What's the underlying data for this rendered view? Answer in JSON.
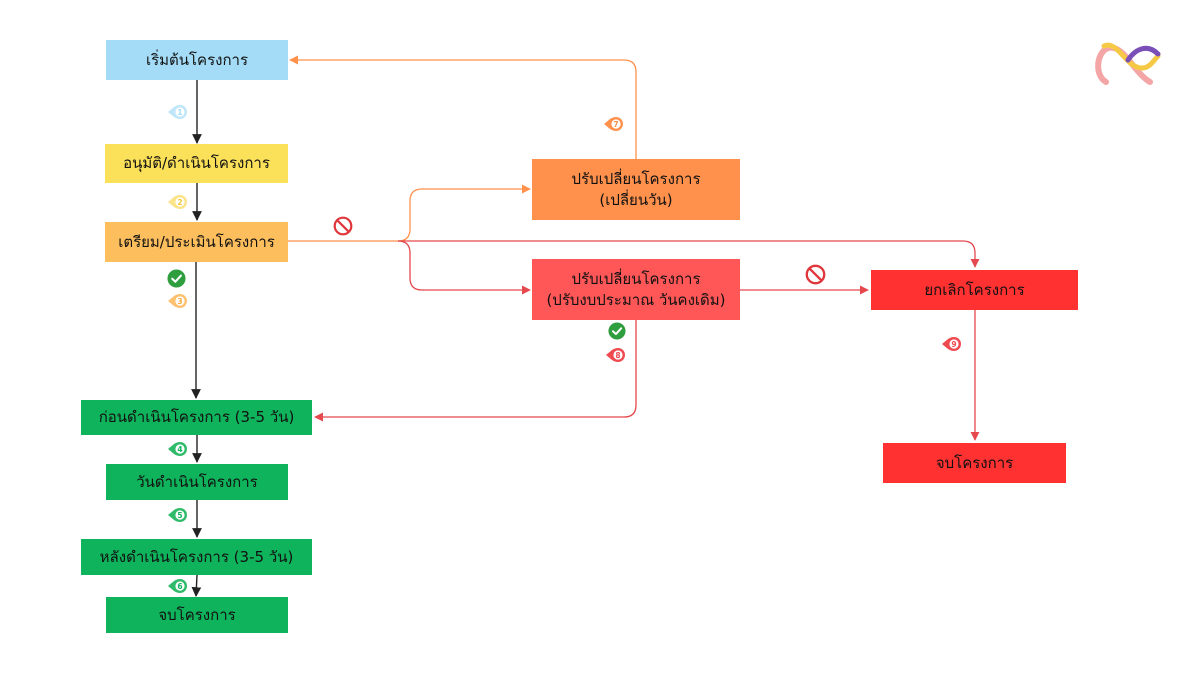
{
  "colors": {
    "start": "#a4dcf7",
    "approve": "#fbe05a",
    "prepare": "#fdbe5d",
    "green": "#0fb35b",
    "orange": "#ff914d",
    "red_light": "#ff5757",
    "red": "#ff3131",
    "line_dark": "#222222",
    "line_orange": "#ff914d",
    "line_red": "#e5484d",
    "check": "#2e9e3f",
    "stop": "#e0353b"
  },
  "nodes": {
    "start": "เริ่มต้นโครงการ",
    "approve": "อนุมัติ/ดำเนินโครงการ",
    "prepare": "เตรียม/ประเมินโครงการ",
    "before": "ก่อนดำเนินโครงการ (3-5 วัน)",
    "day": "วันดำเนินโครงการ",
    "after": "หลังดำเนินโครงการ (3-5 วัน)",
    "end_left": "จบโครงการ",
    "change_date_line1": "ปรับเปลี่ยนโครงการ",
    "change_date_line2": "(เปลี่ยนวัน)",
    "change_budget_line1": "ปรับเปลี่ยนโครงการ",
    "change_budget_line2": "(ปรับงบประมาณ วันคงเดิม)",
    "cancel": "ยกเลิกโครงการ",
    "end_right": "จบโครงการ"
  },
  "steps": [
    "1",
    "2",
    "3",
    "4",
    "5",
    "6",
    "7",
    "8",
    "9"
  ],
  "icons": {
    "logo": "alpha-logo-icon",
    "check": "check-circle-icon",
    "stop": "no-entry-icon"
  }
}
